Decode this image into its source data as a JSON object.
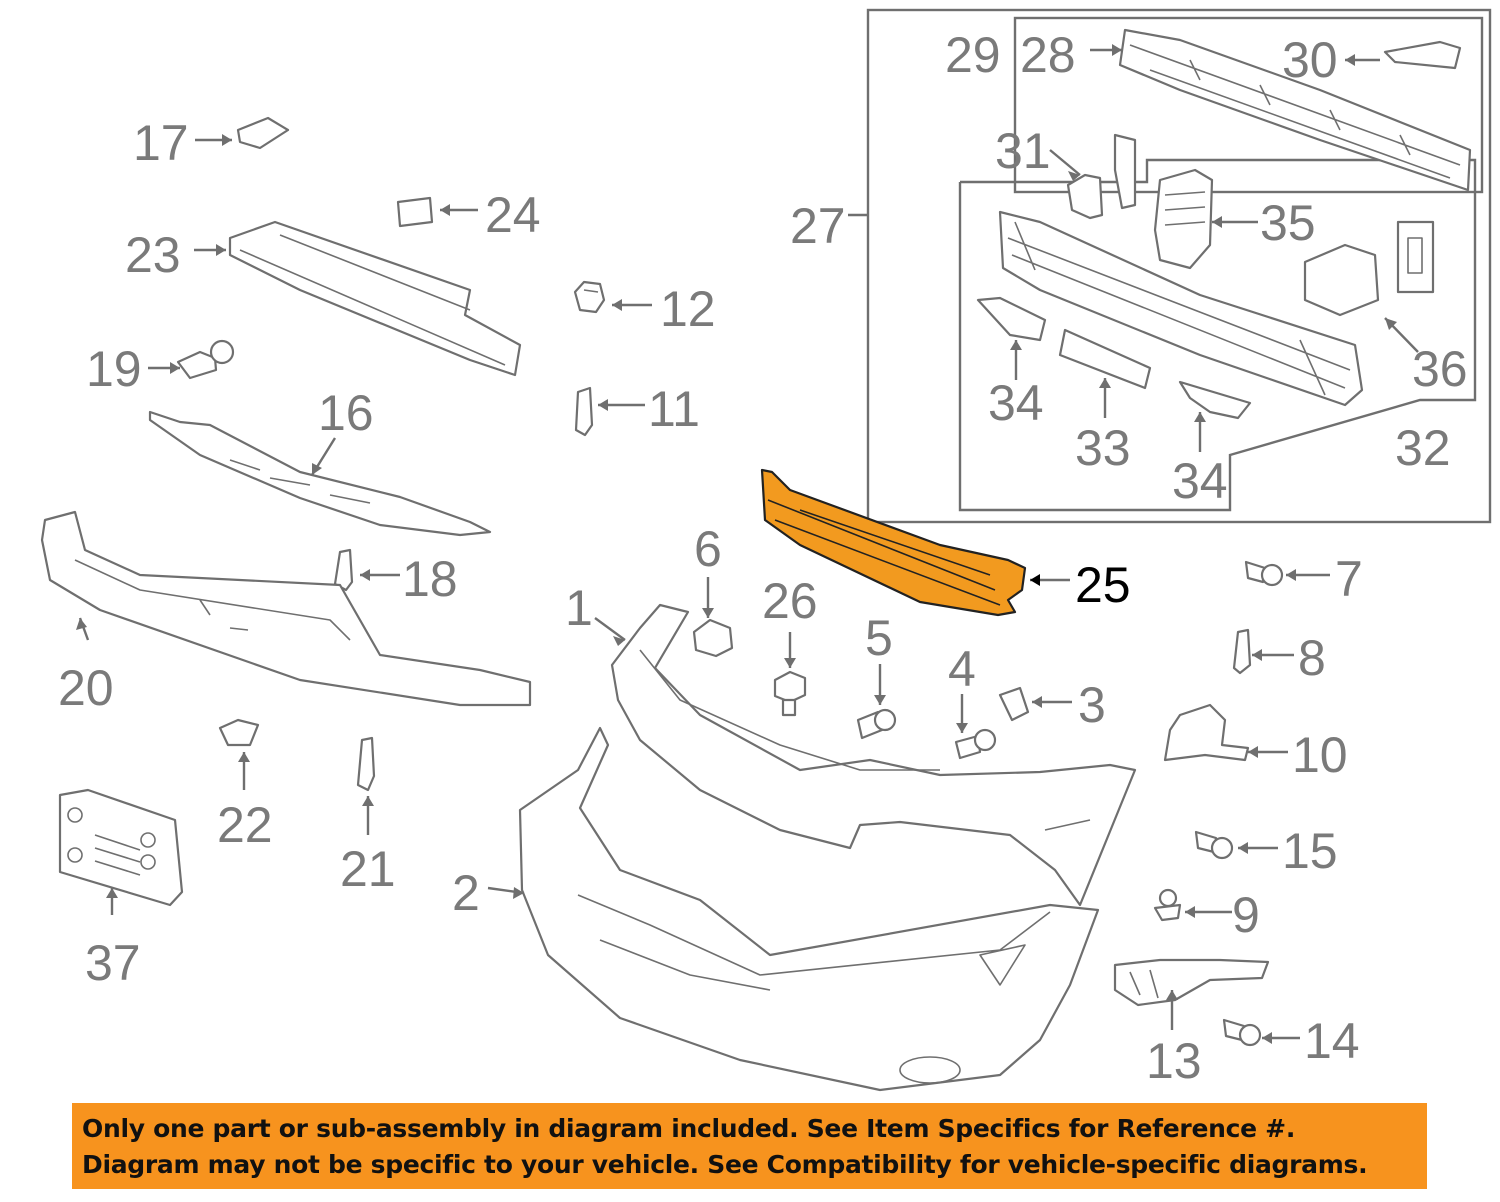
{
  "accent_color": "#f7931e",
  "highlight_part": "25",
  "notice": {
    "line1": "Only one part or sub-assembly in diagram included. See Item Specifics for Reference #.",
    "line2": "Diagram may not be specific to your vehicle. See Compatibility for vehicle-specific diagrams."
  },
  "callouts": {
    "c1": "1",
    "c2": "2",
    "c3": "3",
    "c4": "4",
    "c5": "5",
    "c6": "6",
    "c7": "7",
    "c8": "8",
    "c9": "9",
    "c10": "10",
    "c11": "11",
    "c12": "12",
    "c13": "13",
    "c14": "14",
    "c15": "15",
    "c16": "16",
    "c17": "17",
    "c18": "18",
    "c19": "19",
    "c20": "20",
    "c21": "21",
    "c22": "22",
    "c23": "23",
    "c24": "24",
    "c25": "25",
    "c26": "26",
    "c27": "27",
    "c28": "28",
    "c29": "29",
    "c30": "30",
    "c31": "31",
    "c32": "32",
    "c33": "33",
    "c34a": "34",
    "c34b": "34",
    "c35": "35",
    "c36": "36",
    "c37": "37"
  }
}
